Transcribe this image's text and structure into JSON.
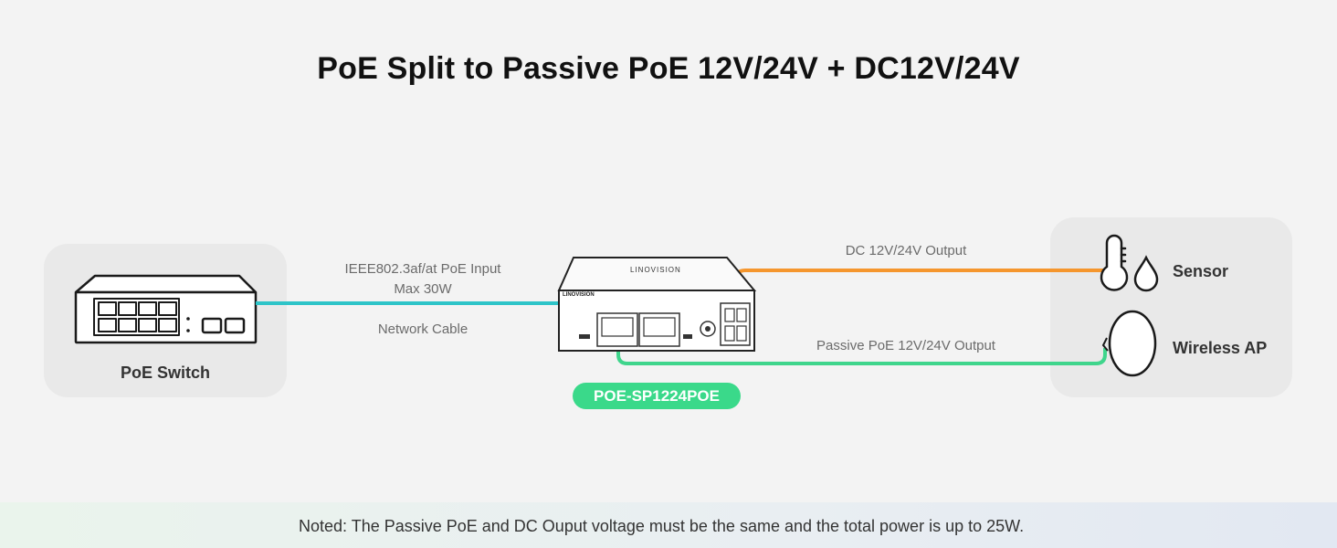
{
  "title": "PoE Split to Passive PoE 12V/24V + DC12V/24V",
  "switch_card": {
    "label": "PoE Switch"
  },
  "cables": {
    "poe_input_line1": "IEEE802.3af/at PoE Input",
    "poe_input_line2": "Max 30W",
    "network_cable": "Network Cable",
    "dc_output": "DC 12V/24V Output",
    "passive_output": "Passive PoE 12V/24V Output"
  },
  "device": {
    "brand_top": "LINOVISION",
    "brand_front": "LINOVISION",
    "product_name": "POE-SP1224POE"
  },
  "devices_card": {
    "sensor_label": "Sensor",
    "ap_label": "Wireless AP"
  },
  "footer": {
    "note": "Noted: The Passive PoE and DC Ouput voltage must be the same and the total power is up to 25W."
  },
  "colors": {
    "poe_cable": "#2ec4c8",
    "passive_cable": "#3fd58c",
    "dc_cable": "#f5962d",
    "pill": "#3ad98a",
    "bell": "#3fcf7c"
  }
}
